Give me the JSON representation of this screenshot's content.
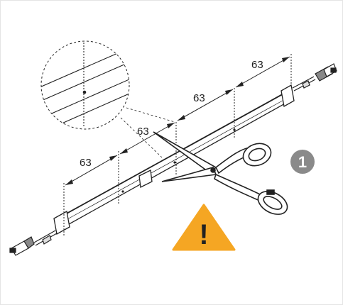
{
  "diagram": {
    "cut_interval_labels": [
      "63",
      "63",
      "63",
      "63"
    ],
    "step_number": "1",
    "warning_symbol": "!",
    "colors": {
      "line": "#222222",
      "warning_fill": "#f5a623",
      "step_badge": "#8a8a8a",
      "frame_border": "#e4e4e4"
    },
    "icons": [
      "scissors-icon",
      "warning-icon",
      "magnifier-detail-icon",
      "connector-plug-icon"
    ]
  }
}
